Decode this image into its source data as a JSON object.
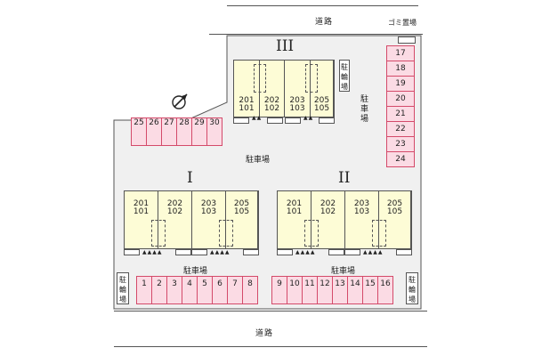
{
  "roads": {
    "top": "道路",
    "bottom": "道路"
  },
  "labels": {
    "garbage": "ゴミ置場",
    "parking": "駐車場",
    "bike": "駐輪場"
  },
  "buildings": {
    "b1": {
      "name": "I",
      "units": [
        [
          "201",
          "101"
        ],
        [
          "202",
          "102"
        ],
        [
          "203",
          "103"
        ],
        [
          "205",
          "105"
        ]
      ]
    },
    "b2": {
      "name": "II",
      "units": [
        [
          "201",
          "101"
        ],
        [
          "202",
          "102"
        ],
        [
          "203",
          "103"
        ],
        [
          "205",
          "105"
        ]
      ]
    },
    "b3": {
      "name": "III",
      "units": [
        [
          "201",
          "101"
        ],
        [
          "202",
          "102"
        ],
        [
          "203",
          "103"
        ],
        [
          "205",
          "105"
        ]
      ]
    }
  },
  "parking_bottom_left": [
    "1",
    "2",
    "3",
    "4",
    "5",
    "6",
    "7",
    "8"
  ],
  "parking_bottom_right": [
    "9",
    "10",
    "11",
    "12",
    "13",
    "14",
    "15",
    "16"
  ],
  "parking_right": [
    "17",
    "18",
    "19",
    "20",
    "21",
    "22",
    "23",
    "24"
  ],
  "parking_top_left": [
    "25",
    "26",
    "27",
    "28",
    "29",
    "30"
  ],
  "colors": {
    "stall_fill": "#fbdbe4",
    "stall_border": "#d44a6a",
    "building_fill": "#fdfcd6",
    "lot_fill": "#f0f0f0"
  },
  "icons": {
    "compass": "north-arrow-icon"
  }
}
